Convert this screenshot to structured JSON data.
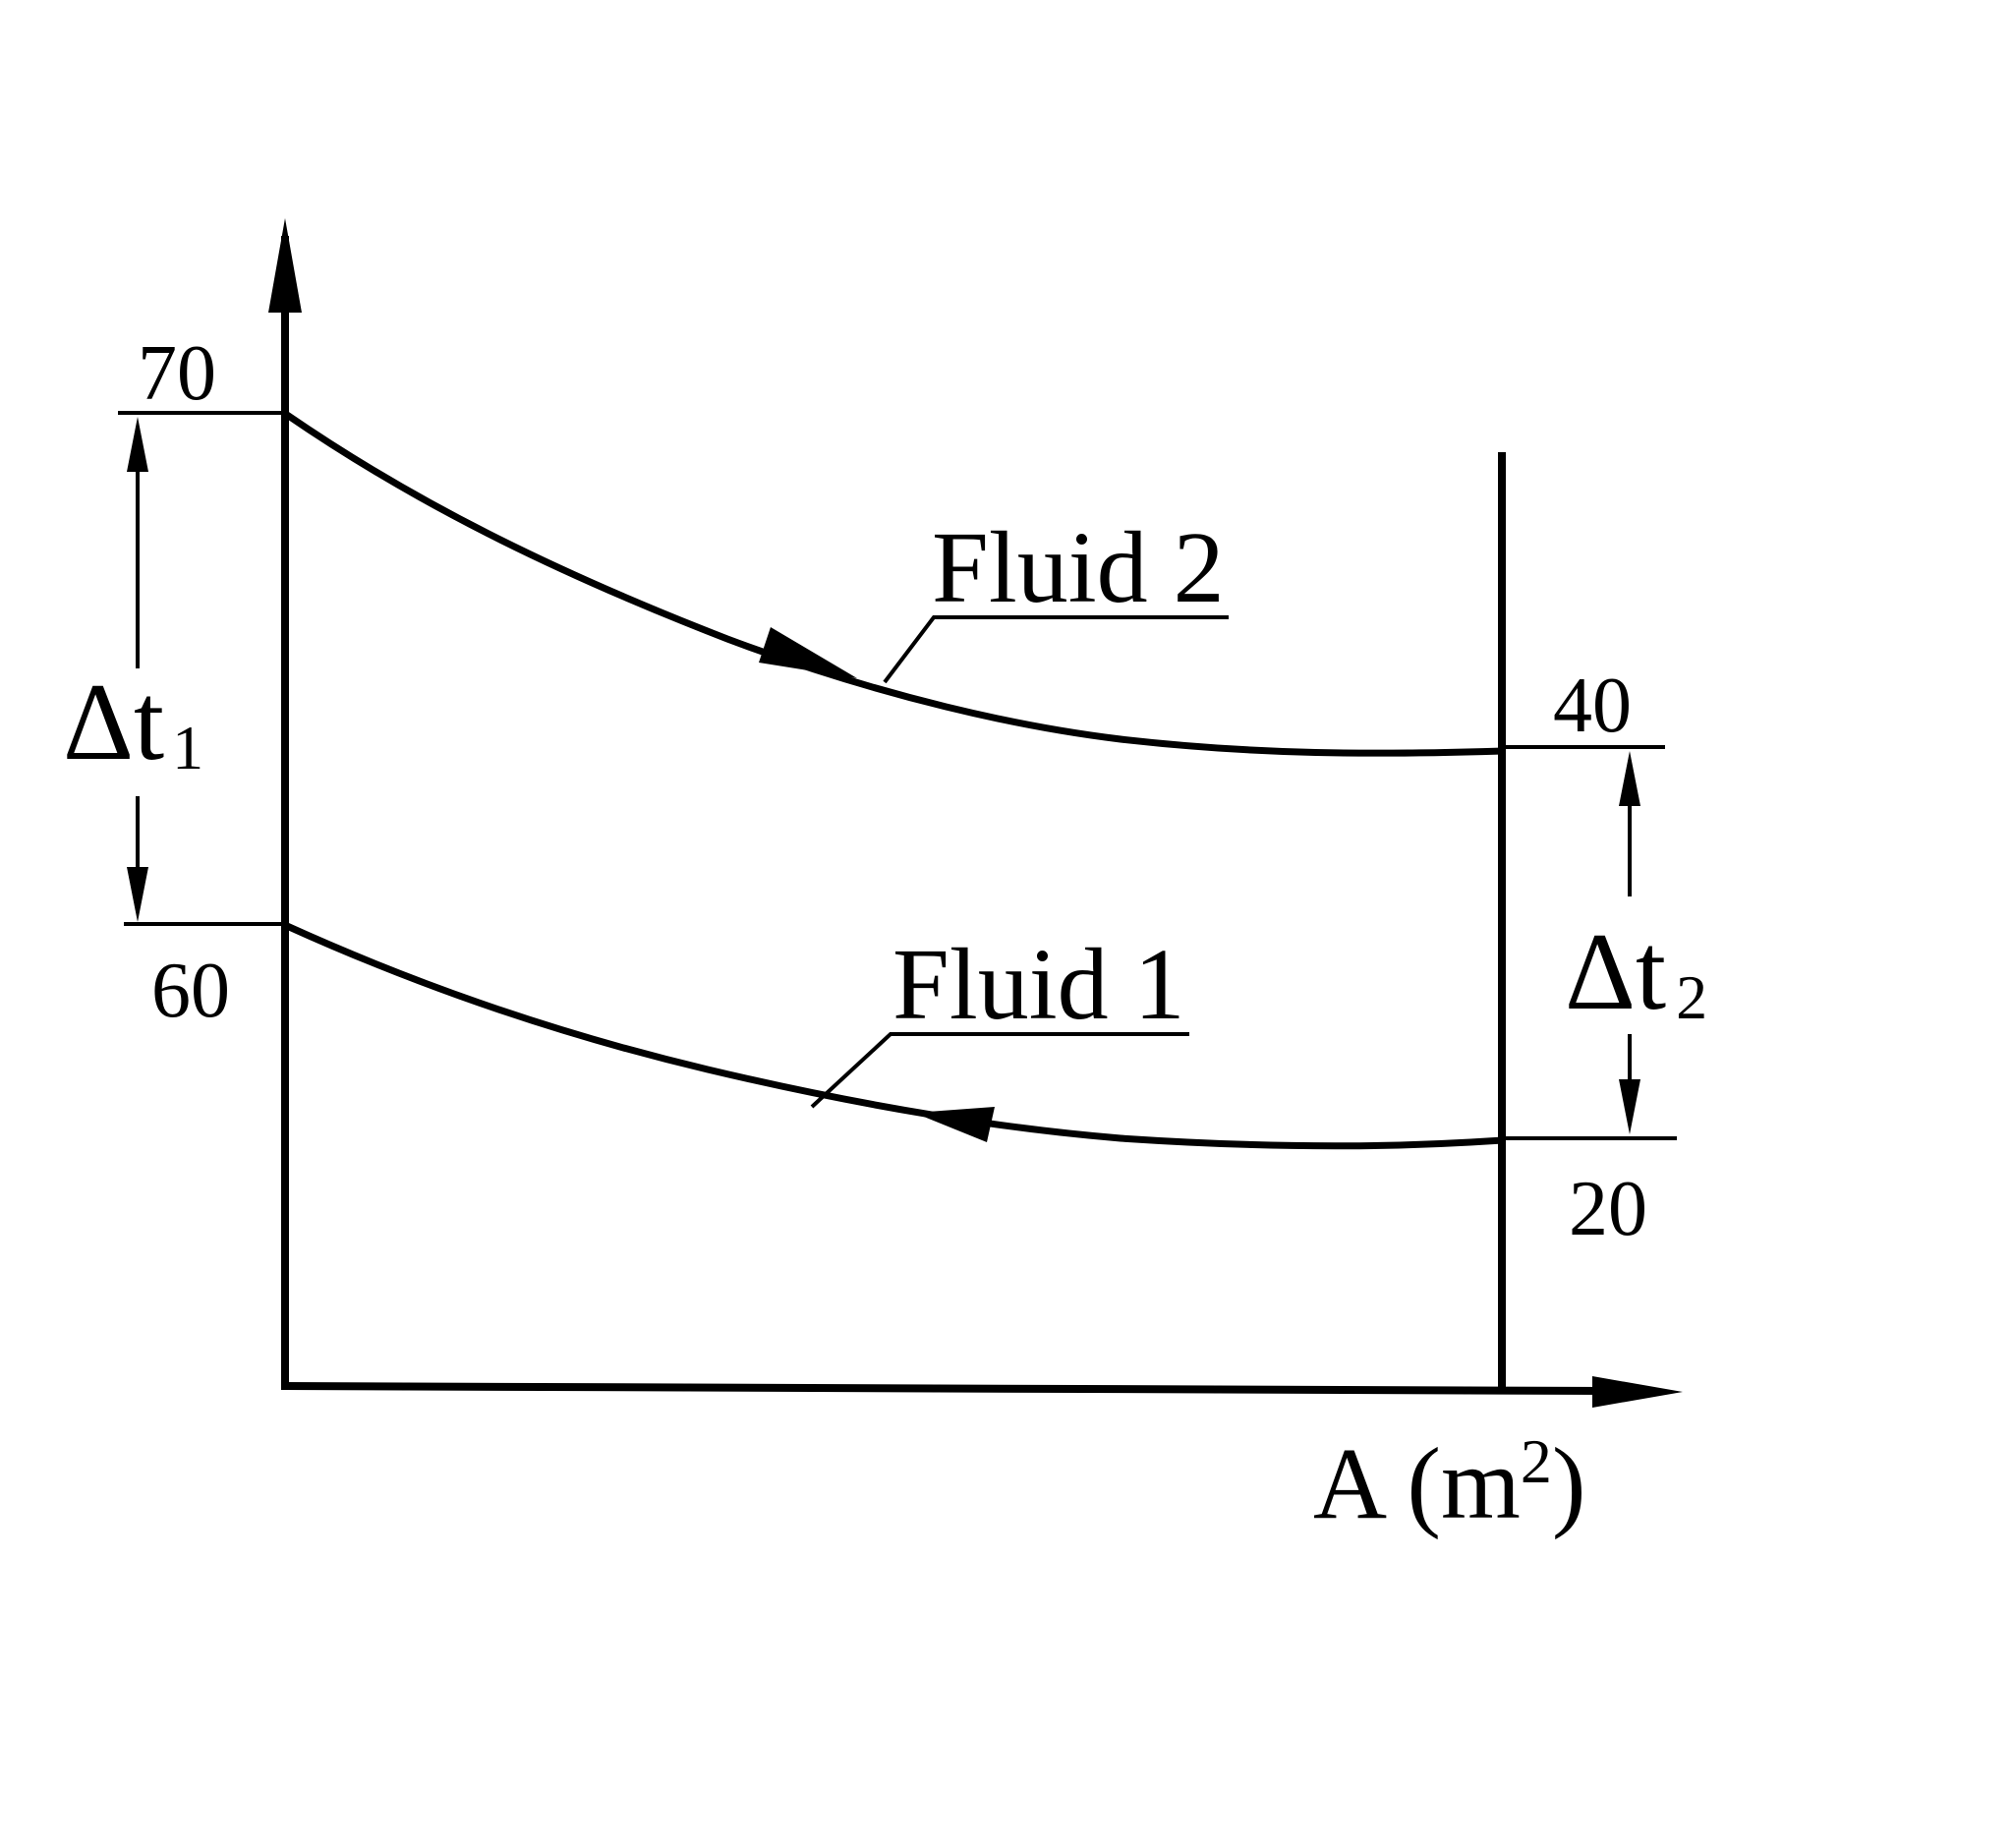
{
  "diagram": {
    "labels": {
      "t_hot_in": "70",
      "t_cold_out": "60",
      "t_hot_out": "40",
      "t_cold_in": "20",
      "fluid_hot": "Fluid 2",
      "fluid_cold": "Fluid 1",
      "delta_t1": {
        "symbol": "Δt",
        "subscript": "1"
      },
      "delta_t2": {
        "symbol": "Δt",
        "subscript": "2"
      },
      "x_axis": {
        "base": "A (m",
        "superscript": "2",
        "close": ")"
      }
    },
    "colors": {
      "ink": "#000000",
      "background": "#ffffff"
    }
  }
}
